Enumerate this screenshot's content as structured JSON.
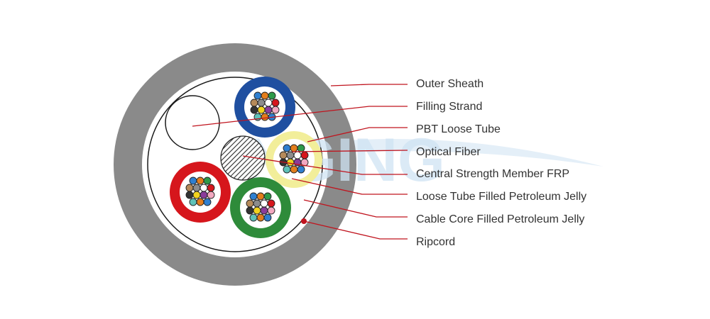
{
  "labels": [
    "Outer Sheath",
    "Filling Strand",
    "PBT Loose Tube",
    "Optical Fiber",
    "Central Strength Member FRP",
    "Loose Tube Filled Petroleum Jelly",
    "Cable Core Filled Petroleum Jelly",
    "Ripcord"
  ],
  "colors": {
    "sheath": "#8a8a8a",
    "leader": "#c0141e",
    "tube_blue": "#1f4fa0",
    "tube_yellow": "#f2ee9a",
    "tube_red": "#d6161c",
    "tube_green": "#2e8b3a",
    "watermark": "#cfe3f3"
  },
  "fiber_colors": [
    "#2f7fd0",
    "#e37d1c",
    "#2e9a4a",
    "#b58a5a",
    "#8c8c8c",
    "#ffffff",
    "#d6161c",
    "#333333",
    "#f2d21e",
    "#8a3c9a",
    "#f2a8c0",
    "#5fc2b8"
  ],
  "watermark_text": "NGING"
}
